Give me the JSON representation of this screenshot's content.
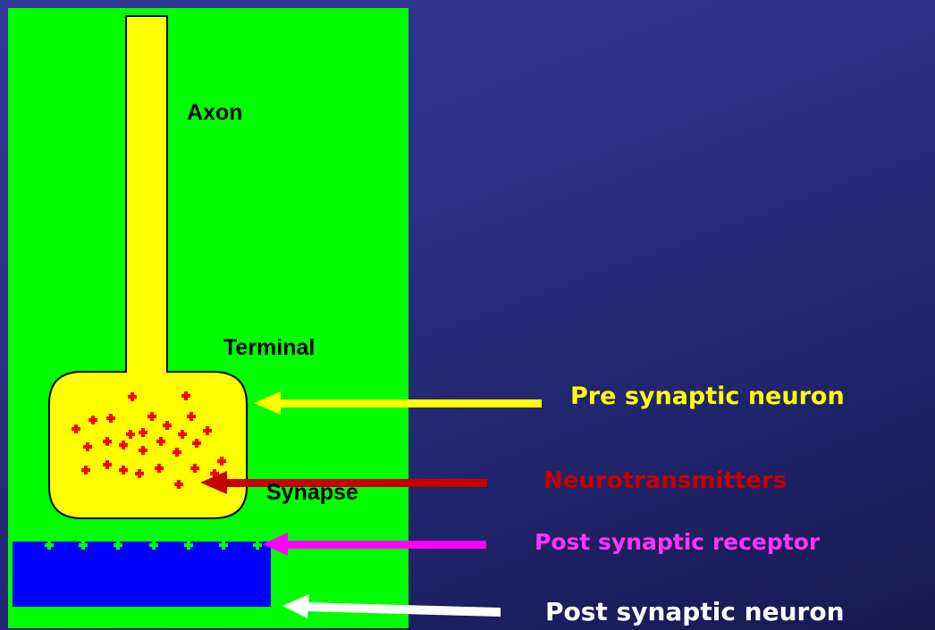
{
  "labels": {
    "axon": "Axon",
    "terminal": "Terminal",
    "synapse": "Synapse",
    "pre_synaptic": "Pre synaptic neuron",
    "neurotransmitters": "Neurotransmitters",
    "post_receptor": "Post synaptic receptor",
    "post_synaptic": "Post synaptic neuron"
  },
  "colors": {
    "background": "#2a2f82",
    "panel": "#00ff00",
    "neuron": "#ffff00",
    "post_neuron": "#0000ff",
    "neurotransmitter": "#ff0000",
    "receptor": "#00ff00",
    "arrow_pre": "#ffff00",
    "arrow_neurotransmitters": "#c40000",
    "arrow_receptor": "#ff00ff",
    "arrow_post": "#ffffff"
  }
}
